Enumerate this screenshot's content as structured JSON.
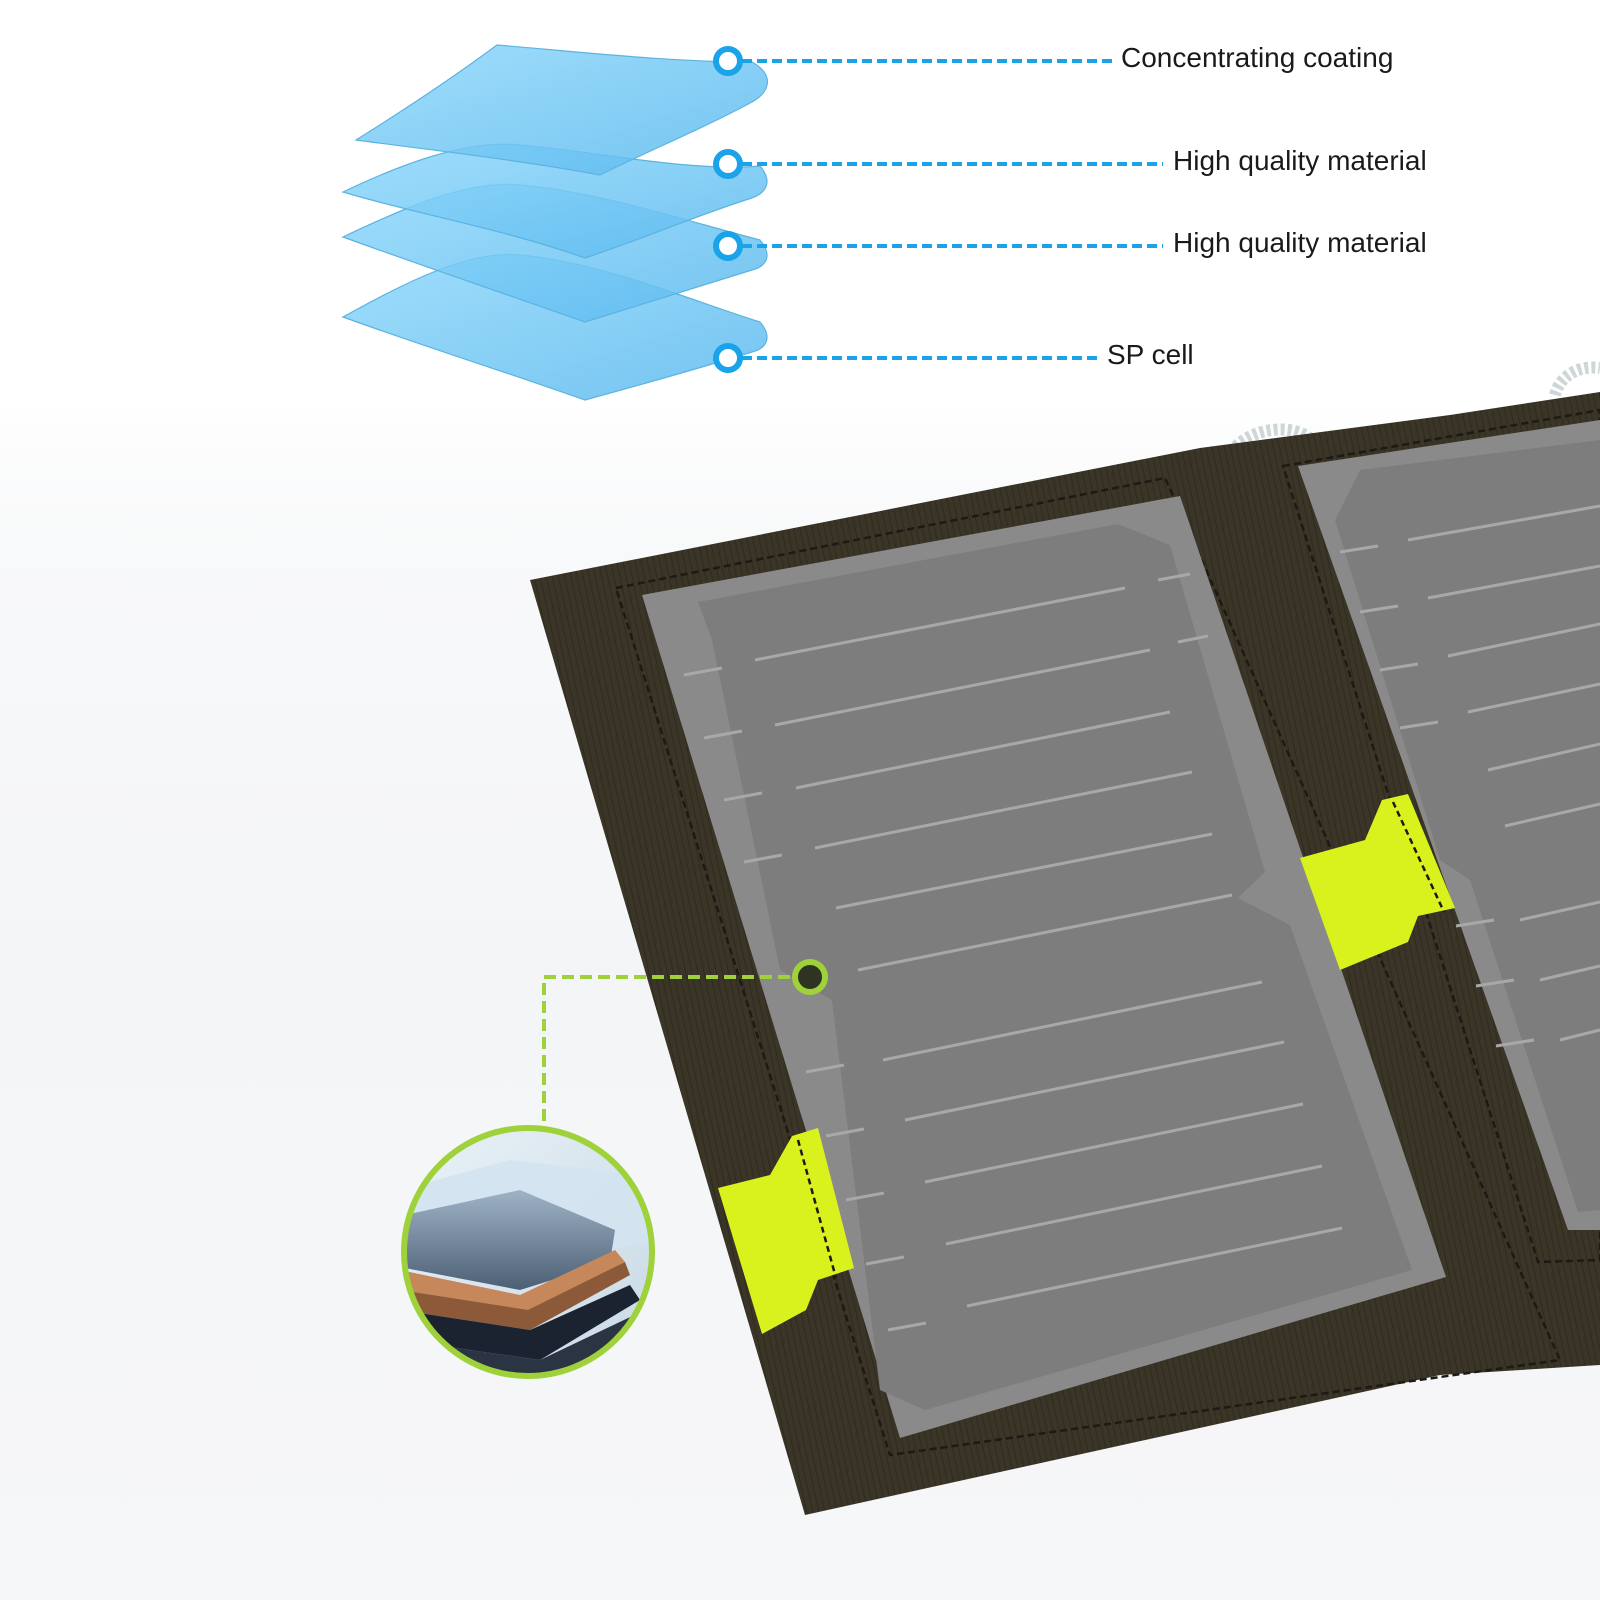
{
  "diagram": {
    "layers": [
      {
        "label": "Concentrating coating"
      },
      {
        "label": "High quality material"
      },
      {
        "label": "High quality material"
      },
      {
        "label": "SP cell"
      }
    ]
  },
  "colors": {
    "layer_fill": "#7fd0f7",
    "callout_blue": "#1aa3e8",
    "callout_green": "#9ed13a",
    "panel_fabric": "#3a3527",
    "solar_cell": "#7e7e7e",
    "accent_yellow": "#d9f21e"
  },
  "icons": {
    "layer_marker": "ring-marker-icon",
    "cell_marker": "dot-marker-icon",
    "zoom": "magnified-cross-section-icon"
  }
}
